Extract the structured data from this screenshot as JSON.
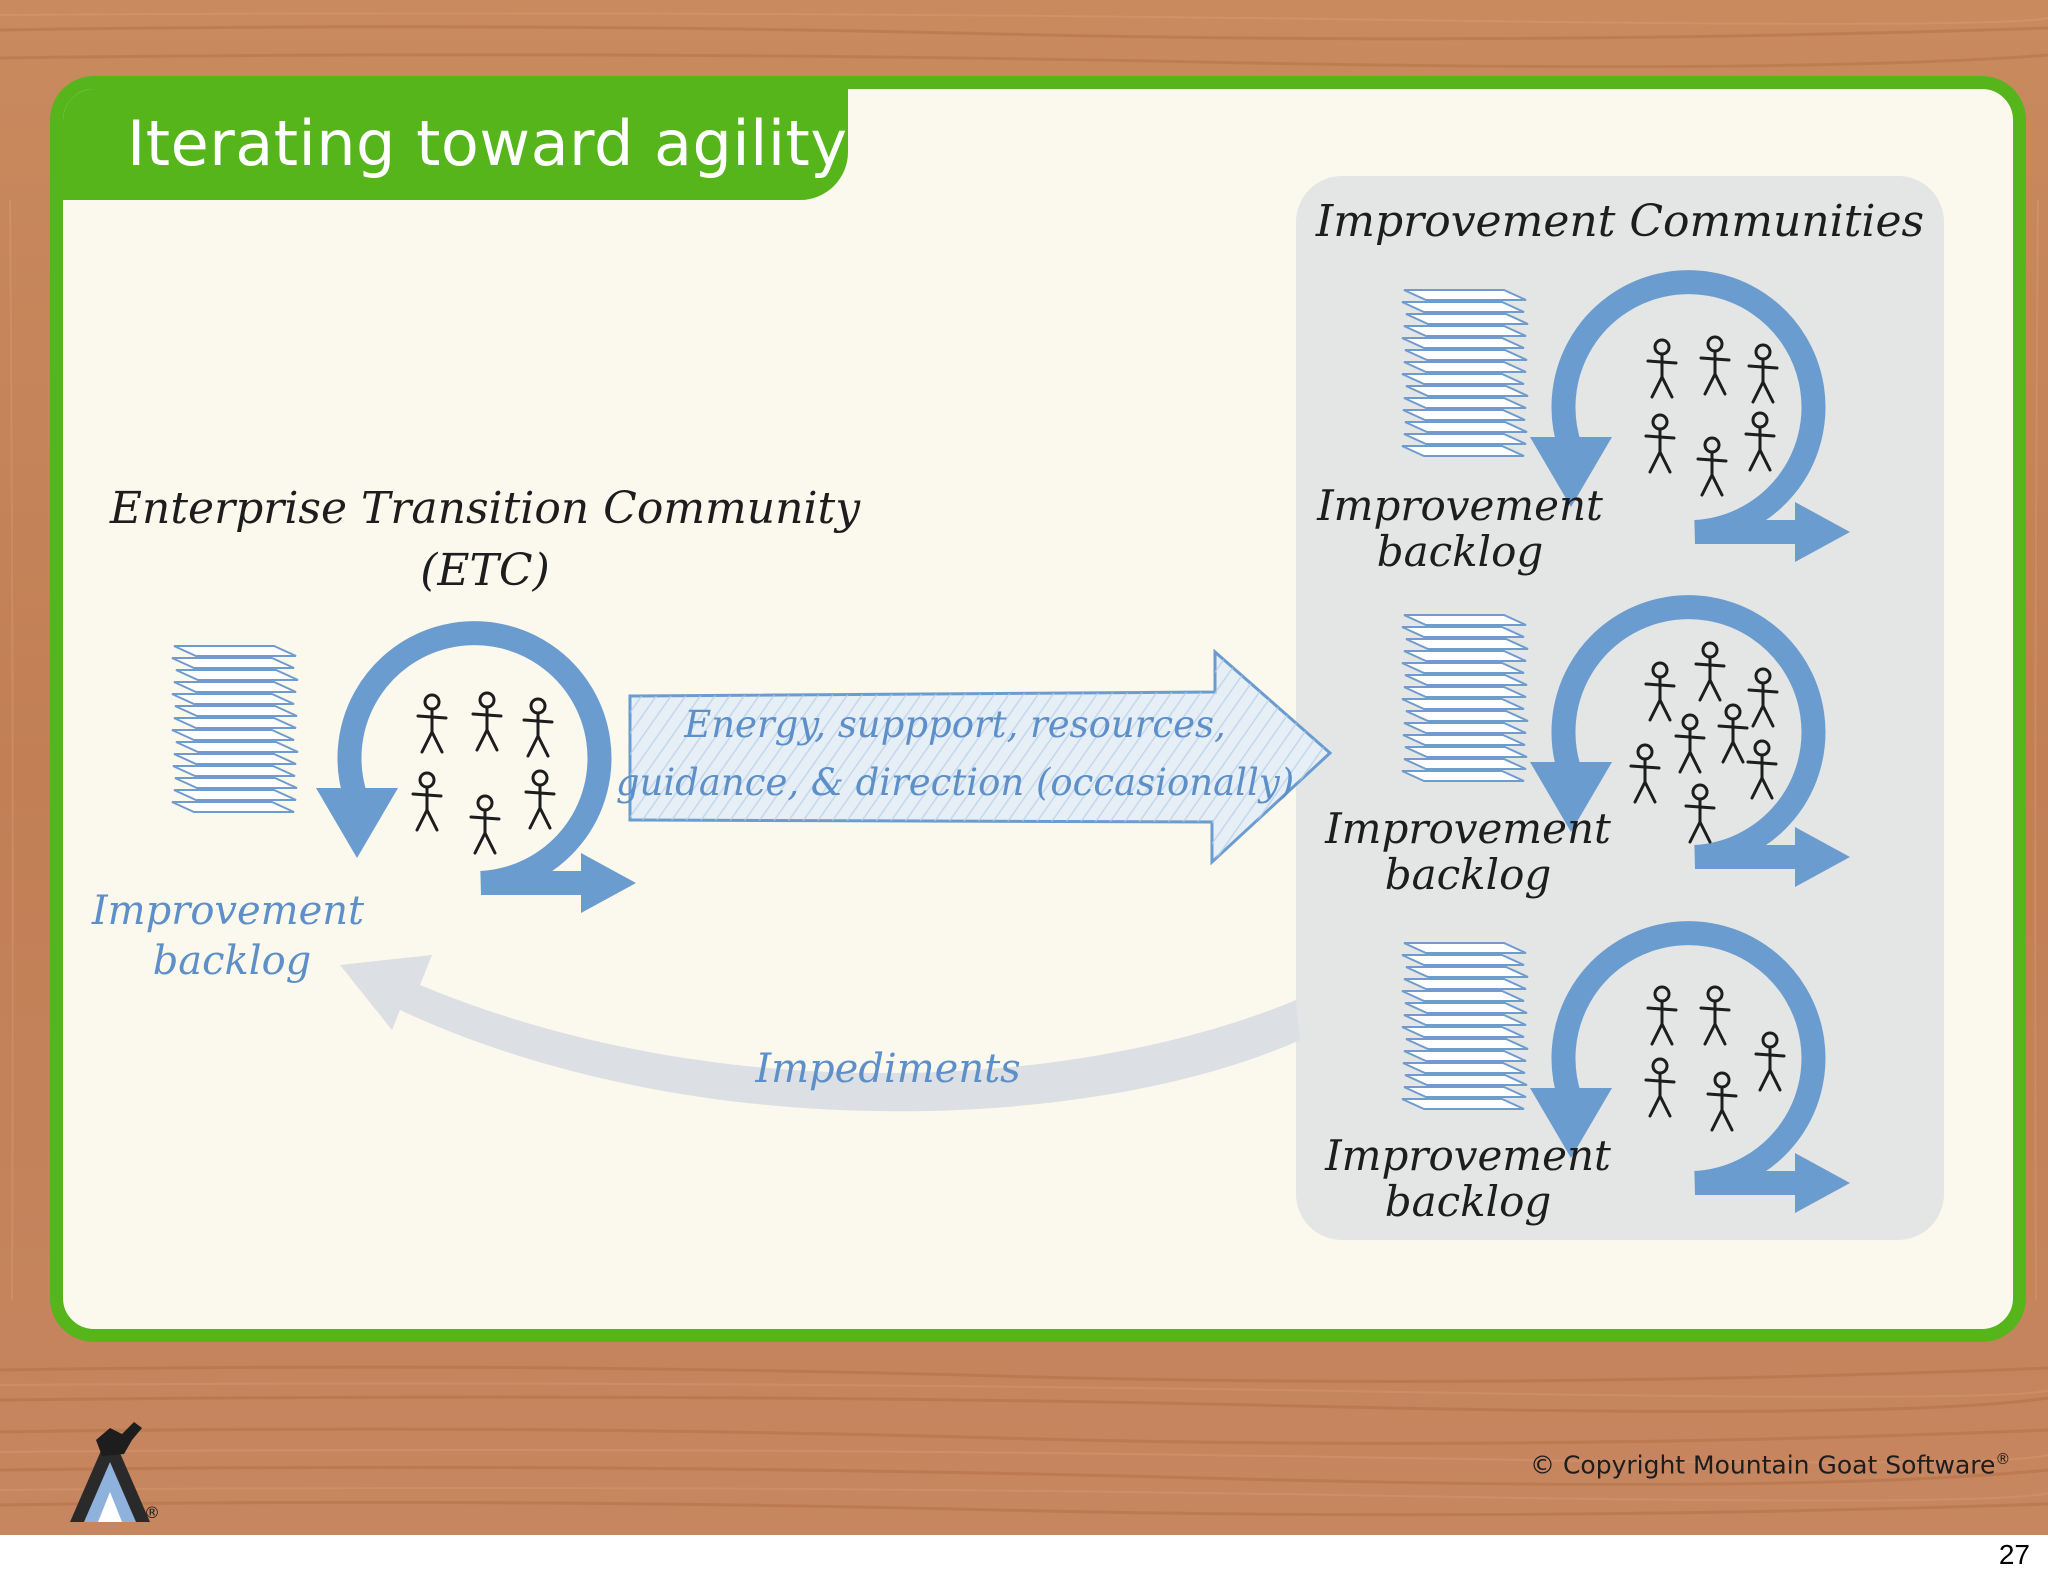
{
  "slide": {
    "title": "Iterating toward agility",
    "page_number": "27",
    "copyright": "© Copyright Mountain Goat Software",
    "registered_mark": "®"
  },
  "diagram": {
    "etc": {
      "title_line1": "Enterprise Transition Community",
      "title_line2": "(ETC)",
      "backlog_line1": "Improvement",
      "backlog_line2": "backlog"
    },
    "support_arrow": {
      "line1": "Energy, suppport, resources,",
      "line2": "guidance, & direction (occasionally)"
    },
    "impediments_label": "Impediments",
    "communities": {
      "title": "Improvement Communities",
      "items": [
        {
          "backlog_line1": "Improvement",
          "backlog_line2": "backlog"
        },
        {
          "backlog_line1": "Improvement",
          "backlog_line2": "backlog"
        },
        {
          "backlog_line1": "Improvement",
          "backlog_line2": "backlog"
        }
      ]
    }
  },
  "colors": {
    "brand_green": "#55b51b",
    "card_background": "#fbf8ee",
    "loop_blue": "#6b9ccf",
    "communities_panel": "#e4e5e5",
    "impediments_arrow": "#dcdfe3",
    "text_dark": "#1d1d1d"
  }
}
